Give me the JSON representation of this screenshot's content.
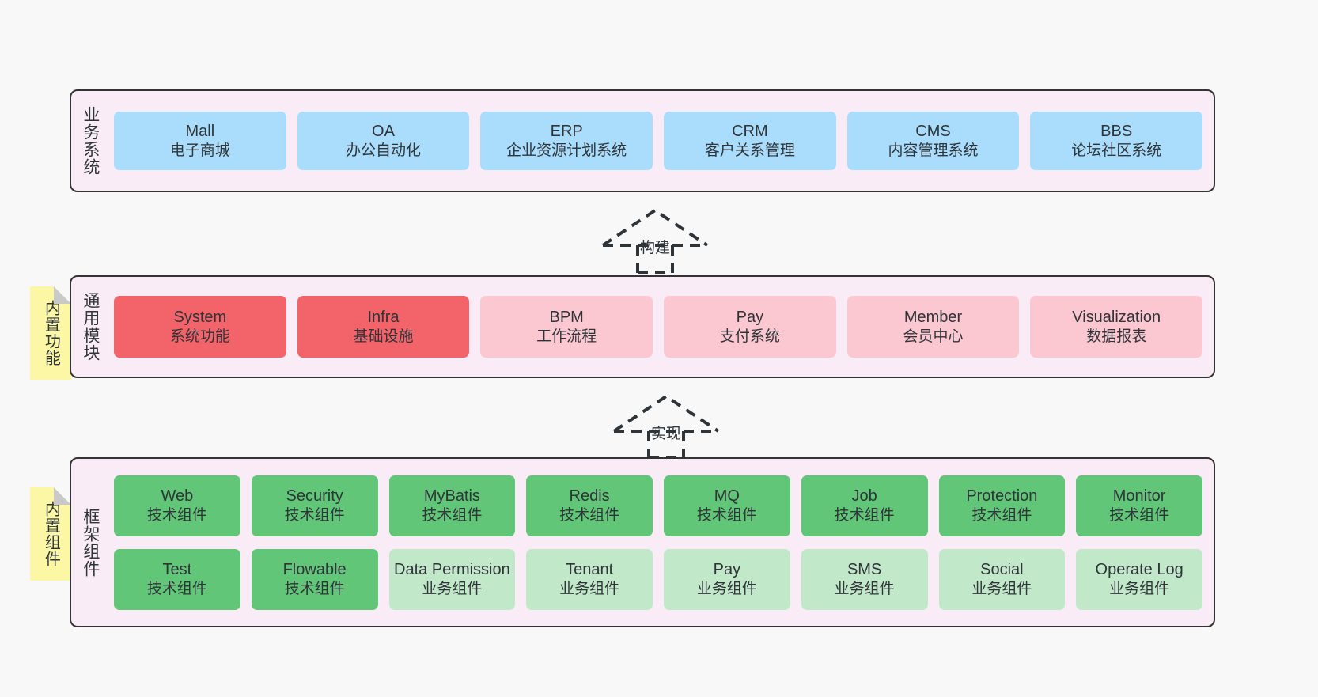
{
  "diagram": {
    "title": "yudao-cloud / ruoyi-vue-pro architecture layers",
    "background": "#f8f8f8",
    "colors": {
      "panel_bg": "#f9ecf6",
      "panel_border": "#333333",
      "business_card": "#aadcfb",
      "module_core_card": "#f2646a",
      "module_card": "#fbc8d2",
      "tech_component_card": "#62c679",
      "business_component_card": "#c2e8ca",
      "sticky_note": "#fbf7a4",
      "sticky_fold": "#c9c9c9",
      "text": "#2f3438"
    }
  },
  "layers": [
    {
      "id": "business-system",
      "title": "业务系统",
      "rows": [
        {
          "style": "blue",
          "cards": [
            {
              "en": "Mall",
              "cn": "电子商城"
            },
            {
              "en": "OA",
              "cn": "办公自动化"
            },
            {
              "en": "ERP",
              "cn": "企业资源计划系统"
            },
            {
              "en": "CRM",
              "cn": "客户关系管理"
            },
            {
              "en": "CMS",
              "cn": "内容管理系统"
            },
            {
              "en": "BBS",
              "cn": "论坛社区系统"
            }
          ]
        }
      ]
    },
    {
      "id": "common-module",
      "title": "通用模块",
      "sticky": "内置功能",
      "rows": [
        {
          "style": "mixed",
          "cards": [
            {
              "en": "System",
              "cn": "系统功能",
              "style": "red"
            },
            {
              "en": "Infra",
              "cn": "基础设施",
              "style": "red"
            },
            {
              "en": "BPM",
              "cn": "工作流程",
              "style": "pink"
            },
            {
              "en": "Pay",
              "cn": "支付系统",
              "style": "pink"
            },
            {
              "en": "Member",
              "cn": "会员中心",
              "style": "pink"
            },
            {
              "en": "Visualization",
              "cn": "数据报表",
              "style": "pink"
            }
          ]
        }
      ]
    },
    {
      "id": "framework-component",
      "title": "框架组件",
      "sticky": "内置组件",
      "rows": [
        {
          "style": "mixed",
          "cards": [
            {
              "en": "Web",
              "cn": "技术组件",
              "style": "green"
            },
            {
              "en": "Security",
              "cn": "技术组件",
              "style": "green"
            },
            {
              "en": "MyBatis",
              "cn": "技术组件",
              "style": "green"
            },
            {
              "en": "Redis",
              "cn": "技术组件",
              "style": "green"
            },
            {
              "en": "MQ",
              "cn": "技术组件",
              "style": "green"
            },
            {
              "en": "Job",
              "cn": "技术组件",
              "style": "green"
            },
            {
              "en": "Protection",
              "cn": "技术组件",
              "style": "green"
            },
            {
              "en": "Monitor",
              "cn": "技术组件",
              "style": "green"
            }
          ]
        },
        {
          "style": "mixed",
          "cards": [
            {
              "en": "Test",
              "cn": "技术组件",
              "style": "green"
            },
            {
              "en": "Flowable",
              "cn": "技术组件",
              "style": "green"
            },
            {
              "en": "Data Permission",
              "cn": "业务组件",
              "style": "lightgreen"
            },
            {
              "en": "Tenant",
              "cn": "业务组件",
              "style": "lightgreen"
            },
            {
              "en": "Pay",
              "cn": "业务组件",
              "style": "lightgreen"
            },
            {
              "en": "SMS",
              "cn": "业务组件",
              "style": "lightgreen"
            },
            {
              "en": "Social",
              "cn": "业务组件",
              "style": "lightgreen"
            },
            {
              "en": "Operate Log",
              "cn": "业务组件",
              "style": "lightgreen"
            }
          ]
        }
      ]
    }
  ],
  "connectors": [
    {
      "id": "build",
      "label": "构建",
      "from": "common-module",
      "to": "business-system",
      "style": "dashed-hollow-arrow-up"
    },
    {
      "id": "implement",
      "label": "实现",
      "from": "framework-component",
      "to": "common-module",
      "style": "dashed-hollow-arrow-up"
    }
  ]
}
